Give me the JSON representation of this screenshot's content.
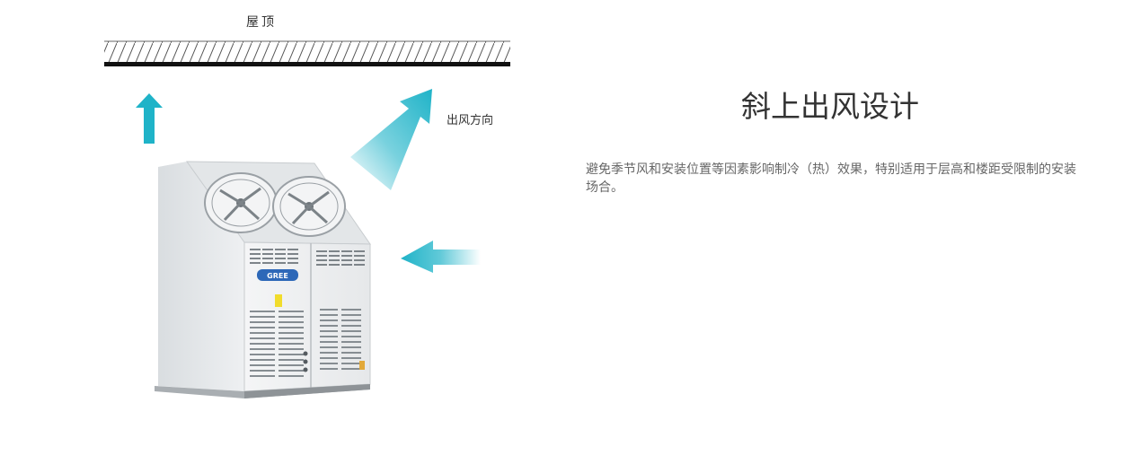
{
  "illustration": {
    "roof_label": "屋顶",
    "direction_label": "出风方向",
    "unit_brand_logo": "GREE",
    "arrow_color": "#1fb3c8"
  },
  "feature": {
    "title": "斜上出风设计",
    "description": "避免季节风和安装位置等因素影响制冷（热）效果，特别适用于层高和楼距受限制的安装场合。"
  }
}
